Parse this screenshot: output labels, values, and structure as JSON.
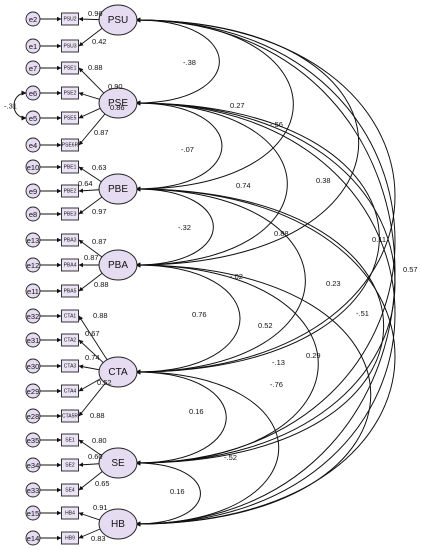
{
  "latents": [
    {
      "id": "PSU",
      "label": "PSU"
    },
    {
      "id": "PSE",
      "label": "PSE"
    },
    {
      "id": "PBE",
      "label": "PBE"
    },
    {
      "id": "PBA",
      "label": "PBA"
    },
    {
      "id": "CTA",
      "label": "CTA"
    },
    {
      "id": "SE",
      "label": "SE"
    },
    {
      "id": "HB",
      "label": "HB"
    }
  ],
  "indicators": [
    {
      "err": "e2",
      "name": "PSU2",
      "latent": "PSU",
      "loading": "0.96"
    },
    {
      "err": "e1",
      "name": "PSU3",
      "latent": "PSU",
      "loading": "0.42"
    },
    {
      "err": "e7",
      "name": "PSE1",
      "latent": "PSE",
      "loading": "0.88"
    },
    {
      "err": "e6",
      "name": "PSE2",
      "latent": "PSE",
      "loading": "0.90"
    },
    {
      "err": "e5",
      "name": "PSE5",
      "latent": "PSE",
      "loading": "0.86"
    },
    {
      "err": "e4",
      "name": "PSE6R",
      "latent": "PSE",
      "loading": "0.87"
    },
    {
      "err": "e10",
      "name": "PBE1",
      "latent": "PBE",
      "loading": "0.63"
    },
    {
      "err": "e9",
      "name": "PBE2",
      "latent": "PBE",
      "loading": "0.64"
    },
    {
      "err": "e8",
      "name": "PBE3",
      "latent": "PBE",
      "loading": "0.97"
    },
    {
      "err": "e13",
      "name": "PBA3",
      "latent": "PBA",
      "loading": "0.87"
    },
    {
      "err": "e12",
      "name": "PBA4",
      "latent": "PBA",
      "loading": "0.87"
    },
    {
      "err": "e11",
      "name": "PBA5",
      "latent": "PBA",
      "loading": "0.88"
    },
    {
      "err": "e32",
      "name": "CTA1",
      "latent": "CTA",
      "loading": "0.88"
    },
    {
      "err": "e31",
      "name": "CTA2",
      "latent": "CTA",
      "loading": "0.67"
    },
    {
      "err": "e30",
      "name": "CTA3",
      "latent": "CTA",
      "loading": "0.74"
    },
    {
      "err": "e29",
      "name": "CTA4",
      "latent": "CTA",
      "loading": "0.52"
    },
    {
      "err": "e28",
      "name": "CTA5R",
      "latent": "CTA",
      "loading": "0.88"
    },
    {
      "err": "e35",
      "name": "SE1",
      "latent": "SE",
      "loading": "0.80"
    },
    {
      "err": "e34",
      "name": "SE2",
      "latent": "SE",
      "loading": "0.60"
    },
    {
      "err": "e33",
      "name": "SE4",
      "latent": "SE",
      "loading": "0.65"
    },
    {
      "err": "e15",
      "name": "HB4",
      "latent": "HB",
      "loading": "0.91"
    },
    {
      "err": "e14",
      "name": "HB9",
      "latent": "HB",
      "loading": "0.83"
    }
  ],
  "error_correlation": {
    "from": "e6",
    "to": "e5",
    "value": "-.31"
  },
  "correlations": [
    {
      "from": "PSU",
      "to": "PSE",
      "value": "-.38"
    },
    {
      "from": "PSU",
      "to": "PBE",
      "value": "0.27"
    },
    {
      "from": "PSU",
      "to": "PBA",
      "value": "-.56"
    },
    {
      "from": "PSU",
      "to": "CTA",
      "value": "0.38"
    },
    {
      "from": "PSU",
      "to": "SE",
      "value": "0.11"
    },
    {
      "from": "PSU",
      "to": "HB",
      "value": "0.57"
    },
    {
      "from": "PSE",
      "to": "PBE",
      "value": "-.07"
    },
    {
      "from": "PSE",
      "to": "PBA",
      "value": "0.74"
    },
    {
      "from": "PSE",
      "to": "CTA",
      "value": "0.88"
    },
    {
      "from": "PSE",
      "to": "SE",
      "value": "0.23"
    },
    {
      "from": "PSE",
      "to": "HB",
      "value": "-.51"
    },
    {
      "from": "PBE",
      "to": "PBA",
      "value": "-.32"
    },
    {
      "from": "PBE",
      "to": "CTA",
      "value": "-.02"
    },
    {
      "from": "PBE",
      "to": "SE",
      "value": "0.52"
    },
    {
      "from": "PBE",
      "to": "HB",
      "value": "0.29"
    },
    {
      "from": "PBA",
      "to": "CTA",
      "value": "0.76"
    },
    {
      "from": "PBA",
      "to": "SE",
      "value": "-.13"
    },
    {
      "from": "PBA",
      "to": "HB",
      "value": "-.76"
    },
    {
      "from": "CTA",
      "to": "SE",
      "value": "0.16"
    },
    {
      "from": "CTA",
      "to": "HB",
      "value": "-.52"
    },
    {
      "from": "SE",
      "to": "HB",
      "value": "0.16"
    }
  ]
}
